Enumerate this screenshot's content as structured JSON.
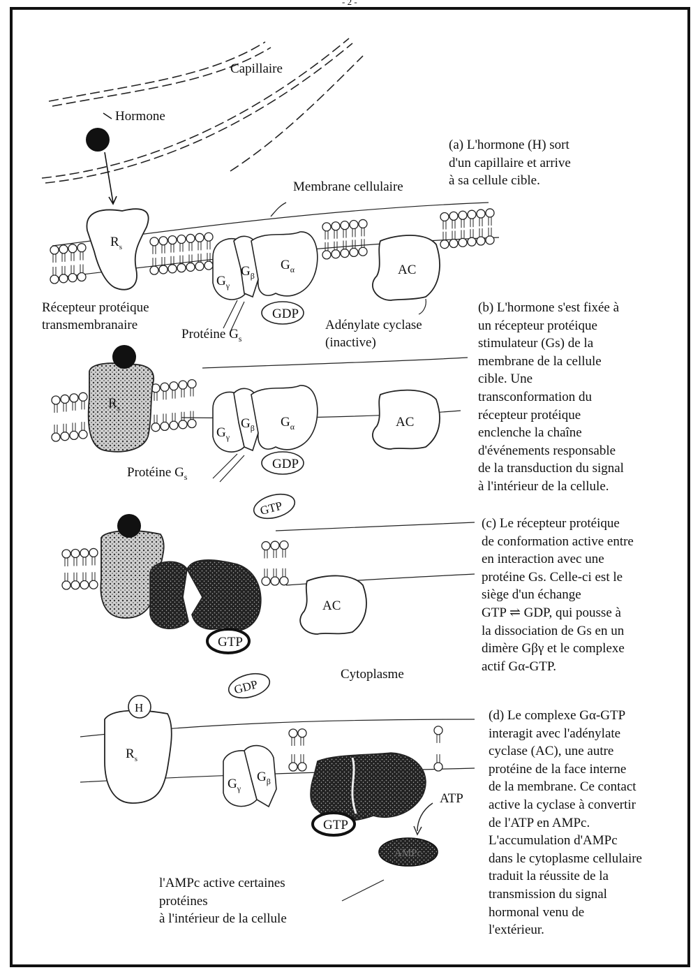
{
  "page_number_fragment": "- 2 -",
  "labels": {
    "capillaire": "Capillaire",
    "hormone": "Hormone",
    "membrane": "Membrane cellulaire",
    "recepteur_line1": "Récepteur protéique",
    "recepteur_line2": "transmembranaire",
    "proteine_gs_1": "Protéine G",
    "proteine_gs_2": "Protéine G",
    "adenylate_line1": "Adénylate cyclase",
    "adenylate_line2": "(inactive)",
    "cytoplasme": "Cytoplasme",
    "atp": "ATP",
    "ampc_note": "l'AMPc active certaines\nprotéines\nà l'intérieur de la cellule"
  },
  "molecule_labels": {
    "rs": "R",
    "g_gamma": "G",
    "g_beta": "G",
    "g_alpha": "G",
    "ac": "AC",
    "gdp": "GDP",
    "gtp": "GTP",
    "h": "H",
    "ampc": "AMPc"
  },
  "steps": {
    "a": "(a) L'hormone (H) sort\nd'un capillaire et arrive\nà sa cellule cible.",
    "b": "(b) L'hormone s'est fixée à\nun récepteur protéique\nstimulateur (Gs) de la\nmembrane de la cellule\ncible. Une\ntransconformation du\nrécepteur protéique\nenclenche la chaîne\nd'événements responsable\nde la transduction du signal\nà l'intérieur de la cellule.",
    "c": "(c) Le récepteur protéique\nde conformation active entre\nen interaction avec une\nprotéine Gs. Celle-ci est le\nsiège d'un échange\nGTP ⇌ GDP, qui pousse à\nla dissociation de Gs en un\ndimère Gβγ et le complexe\nactif Gα-GTP.",
    "d": "(d) Le complexe Gα-GTP\ninteragit avec l'adénylate\ncyclase (AC), une autre\nprotéine de la face interne\nde la membrane. Ce contact\nactive la cyclase à convertir\nde l'ATP en AMPc.\nL'accumulation d'AMPc\ndans le cytoplasme cellulaire\ntraduit la réussite de la\ntransmission du signal\nhormonal venu de\nl'extérieur."
  }
}
